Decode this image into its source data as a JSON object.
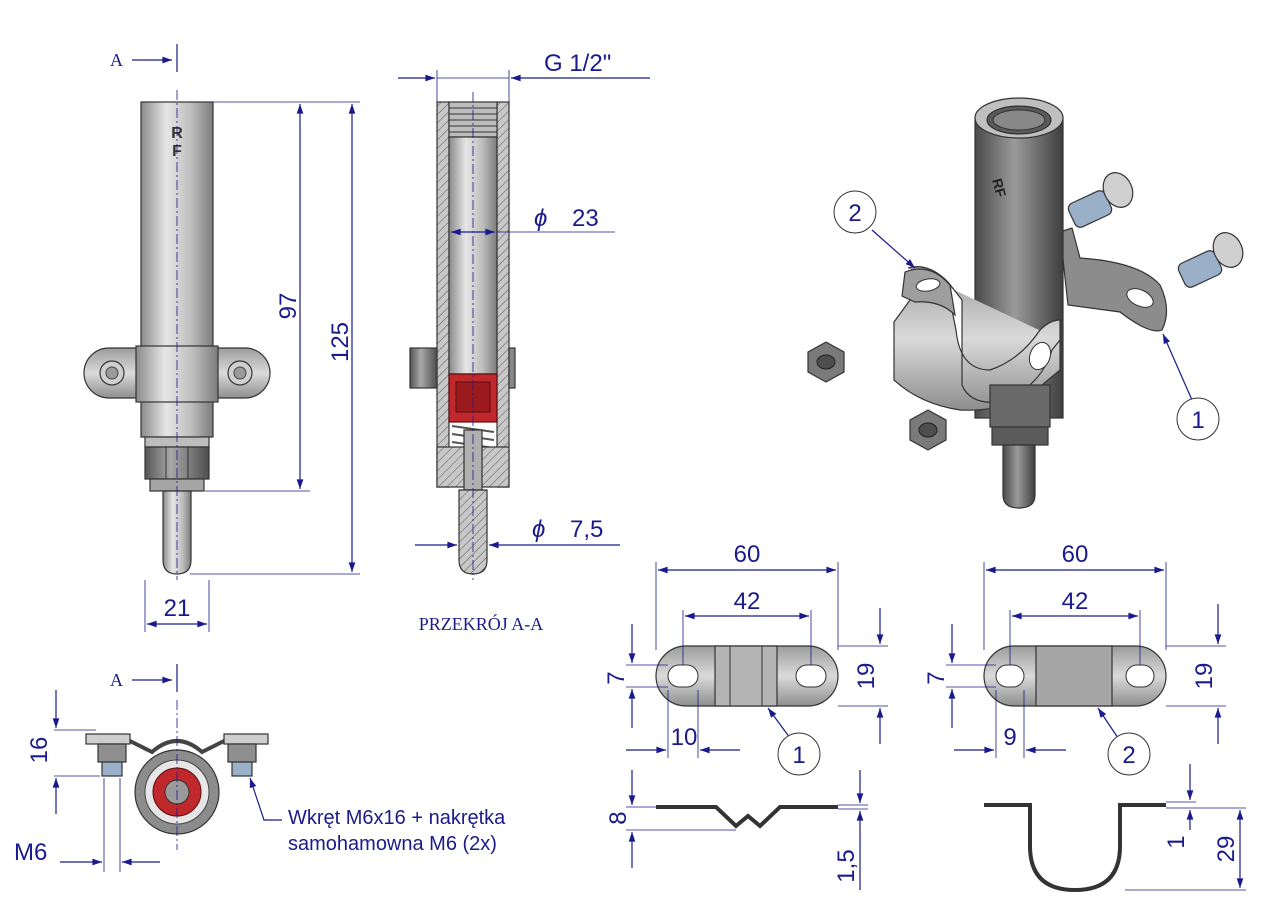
{
  "labels": {
    "section_marker_top": "A",
    "section_marker_bottom": "A",
    "section_title": "PRZEKRÓJ A-A",
    "body_mark": "RF",
    "mark_r": "R",
    "mark_f": "F",
    "thread": "G 1/2\"",
    "bore_dia": "23",
    "pin_dia": "7,5",
    "screw_note_line1": "Wkręt M6x16 + nakrętka",
    "screw_note_line2": "samohamowna M6 (2x)"
  },
  "dimensions": {
    "d97": "97",
    "d125": "125",
    "d21": "21",
    "d16": "16",
    "m6": "M6",
    "b1_60": "60",
    "b1_42": "42",
    "b1_7": "7",
    "b1_19": "19",
    "b1_10": "10",
    "b1_8": "8",
    "b1_15": "1,5",
    "b2_60": "60",
    "b2_42": "42",
    "b2_7": "7",
    "b2_19": "19",
    "b2_9": "9",
    "b2_1": "1",
    "b2_29": "29"
  },
  "balloons": {
    "iso_1": "1",
    "iso_2": "2",
    "plan_1": "1",
    "plan_2": "2"
  },
  "colors": {
    "dimension": "#1a1a8c",
    "metal_light": "#d8d8d8",
    "metal_dark": "#7a7a7a",
    "seal_red": "#c0282c",
    "spring": "#909090"
  }
}
